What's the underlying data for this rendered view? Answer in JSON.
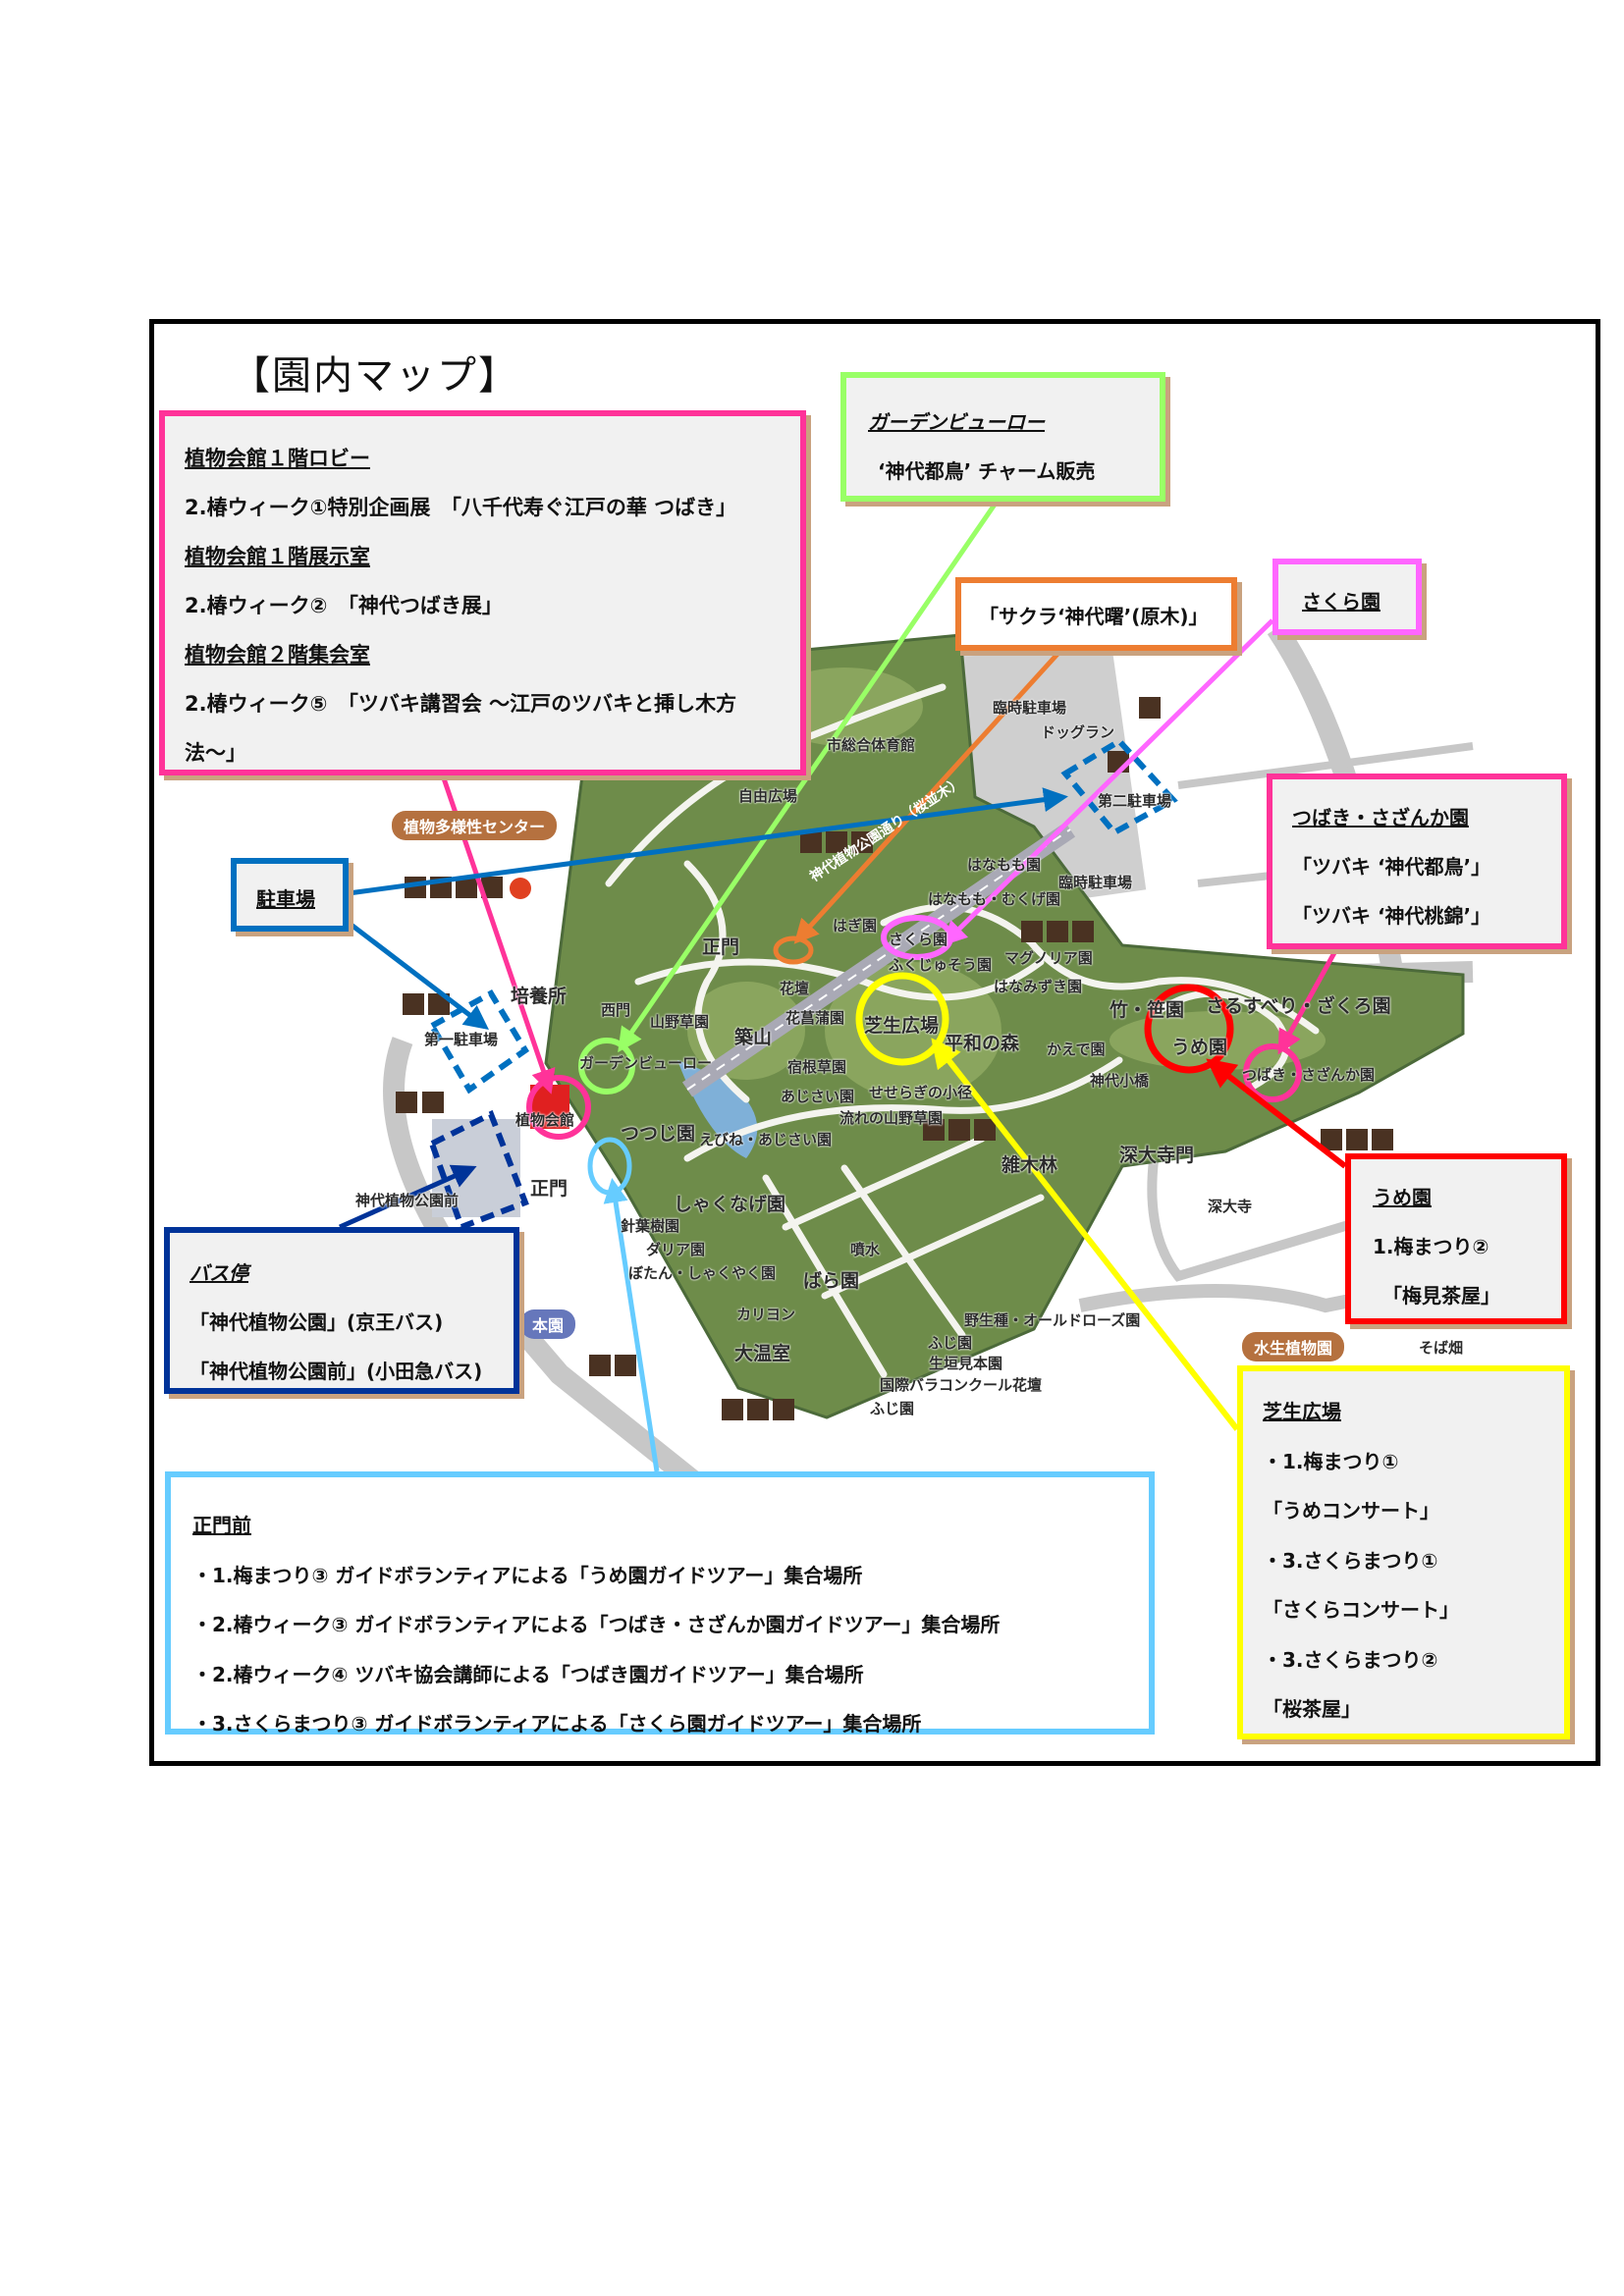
{
  "title": "【園内マップ】",
  "callouts": {
    "kaikan": {
      "lines": [
        {
          "head": true,
          "text": "植物会館１階ロビー"
        },
        {
          "head": false,
          "text": "2.椿ウィーク①特別企画展　「八千代寿ぐ江戸の華 つばき」"
        },
        {
          "head": true,
          "text": "植物会館１階展示室"
        },
        {
          "head": false,
          "text": "2.椿ウィーク②　「神代つばき展」"
        },
        {
          "head": true,
          "text": "植物会館２階集会室"
        },
        {
          "head": false,
          "text": "2.椿ウィーク⑤　「ツバキ講習会 ～江戸のツバキと挿し木方"
        },
        {
          "head": false,
          "text": "法～」"
        }
      ]
    },
    "garden_bureau": {
      "heading": "ガーデンビューロー",
      "text": "‘神代都鳥’ チャーム販売"
    },
    "sakura_tree": {
      "text": "「サクラ‘神代曙’(原木)」"
    },
    "sakura_en": {
      "heading": "さくら園"
    },
    "tsubaki": {
      "heading": "つばき・さざんか園",
      "items": [
        "「ツバキ ‘神代都鳥’」",
        "「ツバキ ‘神代桃錦’」"
      ]
    },
    "parking": {
      "heading": "駐車場"
    },
    "ume": {
      "heading": "うめ園",
      "items": [
        "1.梅まつり②",
        "「梅見茶屋」"
      ]
    },
    "bus": {
      "heading": "バス停",
      "items": [
        "「神代植物公園」(京王バス)",
        "「神代植物公園前」(小田急バス)"
      ]
    },
    "shiba": {
      "heading": "芝生広場",
      "items": [
        "・1.梅まつり①",
        "「うめコンサート」",
        "・3.さくらまつり①",
        "「さくらコンサート」",
        "・3.さくらまつり②",
        "「桜茶屋」"
      ]
    },
    "seimon": {
      "heading": "正門前",
      "items": [
        "・1.梅まつり③ ガイドボランティアによる「うめ園ガイドツアー」集合場所",
        "・2.椿ウィーク③ ガイドボランティアによる「つばき・さざんか園ガイドツアー」集合場所",
        "・2.椿ウィーク④ ツバキ協会講師による「つばき園ガイドツアー」集合場所",
        "・3.さくらまつり③ ガイドボランティアによる「さくら園ガイドツアー」集合場所"
      ]
    }
  },
  "map": {
    "pills": [
      "植物多様性センター",
      "本園",
      "水生植物園"
    ],
    "road": "神代植物公園通り（桜並木）",
    "labels": [
      "自由広場",
      "市総合体育館",
      "臨時駐車場",
      "ドッグラン",
      "第二駐車場",
      "臨時駐車場",
      "はなもも園",
      "はなもも・むくげ園",
      "はぎ園",
      "さくら園",
      "マグノリア園",
      "ふくじゅそう園",
      "はなみずき園",
      "正門",
      "花壇",
      "花菖蒲園",
      "芝生広場",
      "平和の森",
      "築山",
      "山野草園",
      "西門",
      "培養所",
      "第一駐車場",
      "ガーデンビューロー",
      "宿根草園",
      "あじさい園",
      "せせらぎの小径",
      "流れの山野草園",
      "つつじ園",
      "えびね・あじさい園",
      "植物会館",
      "正門",
      "神代植物公園前",
      "しゃくなげ園",
      "針葉樹園",
      "ダリア園",
      "ぼたん・しゃくやく園",
      "噴水",
      "ばら園",
      "カリヨン",
      "大温室",
      "野生種・オールドローズ園",
      "ふじ園",
      "生垣見本園",
      "国際バラコンクール花壇",
      "ふじ園",
      "雑木林",
      "深大寺門",
      "深大寺",
      "神代小橋",
      "かえで園",
      "竹・笹園",
      "うめ園",
      "さるすべり・ざくろ園",
      "つばき・さざんか園",
      "そば畑"
    ]
  },
  "colors": {
    "kaikan": "#ff3399",
    "garden": "#99ff66",
    "orange": "#ed7d31",
    "sakura": "#ff66ff",
    "ume": "#ff0000",
    "shiba": "#ffff00",
    "seimon": "#66ccff",
    "bus": "#003399",
    "parking": "#0070c0",
    "park": "#6e8c4a"
  }
}
